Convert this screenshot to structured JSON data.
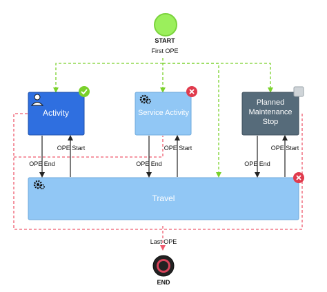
{
  "start": {
    "label": "START",
    "fill": "#9bef5c",
    "stroke": "#7bd33d"
  },
  "end": {
    "label": "END"
  },
  "edges": {
    "first_ope": "First OPE",
    "last_ope": "Last OPE",
    "ope_start": "OPE Start",
    "ope_end": "OPE End"
  },
  "nodes": {
    "activity": {
      "label": "Activity",
      "icon": "person-icon",
      "badge": "check-badge-icon",
      "fill": "#2f6fe0"
    },
    "service_activity": {
      "label": "Service Activity",
      "icon": "gear-icon",
      "badge": "close-badge-icon",
      "fill": "#91c7f5"
    },
    "planned_stop": {
      "line1": "Planned",
      "line2": "Maintenance",
      "line3": "Stop",
      "badge": "square-badge-icon",
      "fill": "#566b7a"
    },
    "travel": {
      "label": "Travel",
      "icon": "gear-icon",
      "badge": "close-badge-icon",
      "fill": "#91c7f5"
    }
  },
  "colors": {
    "green_dashed": "#7ad12b",
    "red_dashed": "#ef5a6e",
    "arrow": "#222222"
  }
}
